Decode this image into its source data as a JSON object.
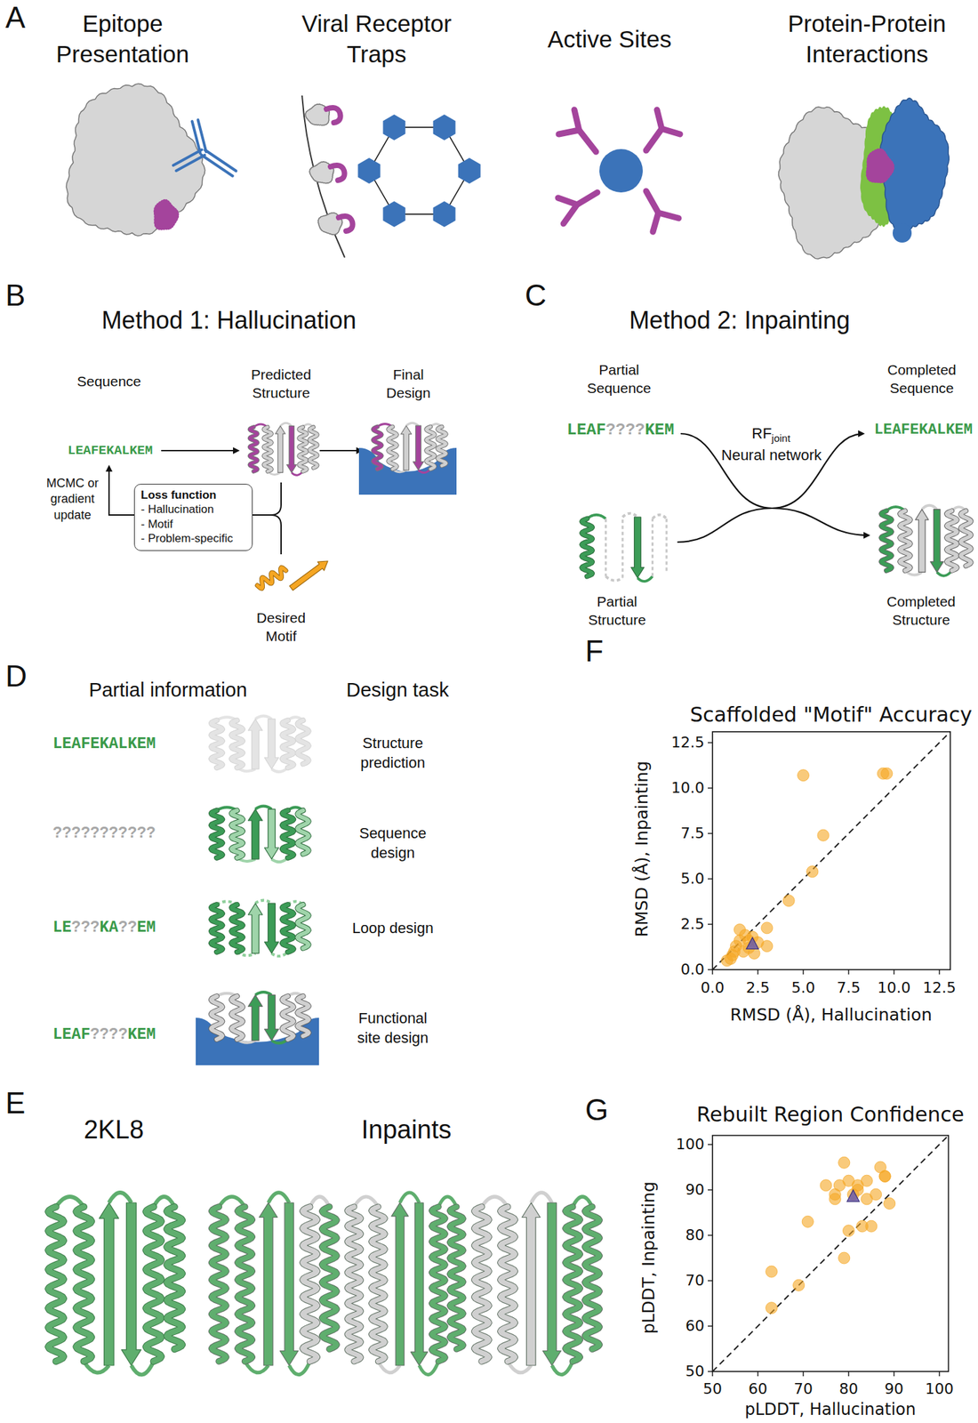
{
  "diagram": {
    "nodes": [
      {
        "text": [
          "Loss function",
          "- Hallucination",
          "- Motif",
          "- Problem-specific"
        ]
      }
    ],
    "labels": [
      "A",
      "Epitope Presentation",
      "Viral Receptor Traps",
      "Active Sites",
      "Protein-Protein Interactions",
      "B",
      "Method 1: Hallucination",
      "Sequence",
      "Predicted Structure",
      "Final Design",
      "LEAFEKALKEM",
      "MCMC or gradient update",
      "Desired Motif",
      "C",
      "Method 2: Inpainting",
      "Partial Sequence",
      "Completed Sequence",
      "LEAF",
      "????",
      "KEM",
      "RF",
      "joint",
      "Neural network",
      "LEAFEKALKEM",
      "Partial Structure",
      "Completed Structure",
      "D",
      "Partial information",
      "Design task",
      "LEAFEKALKEM",
      "Structure prediction",
      "???????????",
      "Sequence design",
      "LE",
      "???",
      "KA",
      "??",
      "EM",
      "Loop design",
      "LEAF",
      "????",
      "KEM",
      "Functional site design",
      "E",
      "2KL8",
      "Inpaints",
      "F",
      "Scaffolded \"Motif\" Accuracy",
      "12.5",
      "10.0",
      "7.5",
      "5.0",
      "2.5",
      "0.0",
      "0.0",
      "2.5",
      "5.0",
      "7.5",
      "10.0",
      "12.5",
      "RMSD (Å), Inpainting",
      "RMSD (Å), Hallucination",
      "G",
      "Rebuilt Region Confidence",
      "100",
      "90",
      "80",
      "70",
      "60",
      "50",
      "50",
      "60",
      "70",
      "80",
      "90",
      "100",
      "pLDDT, Inpainting",
      "pLDDT, Hallucination"
    ]
  }
}
